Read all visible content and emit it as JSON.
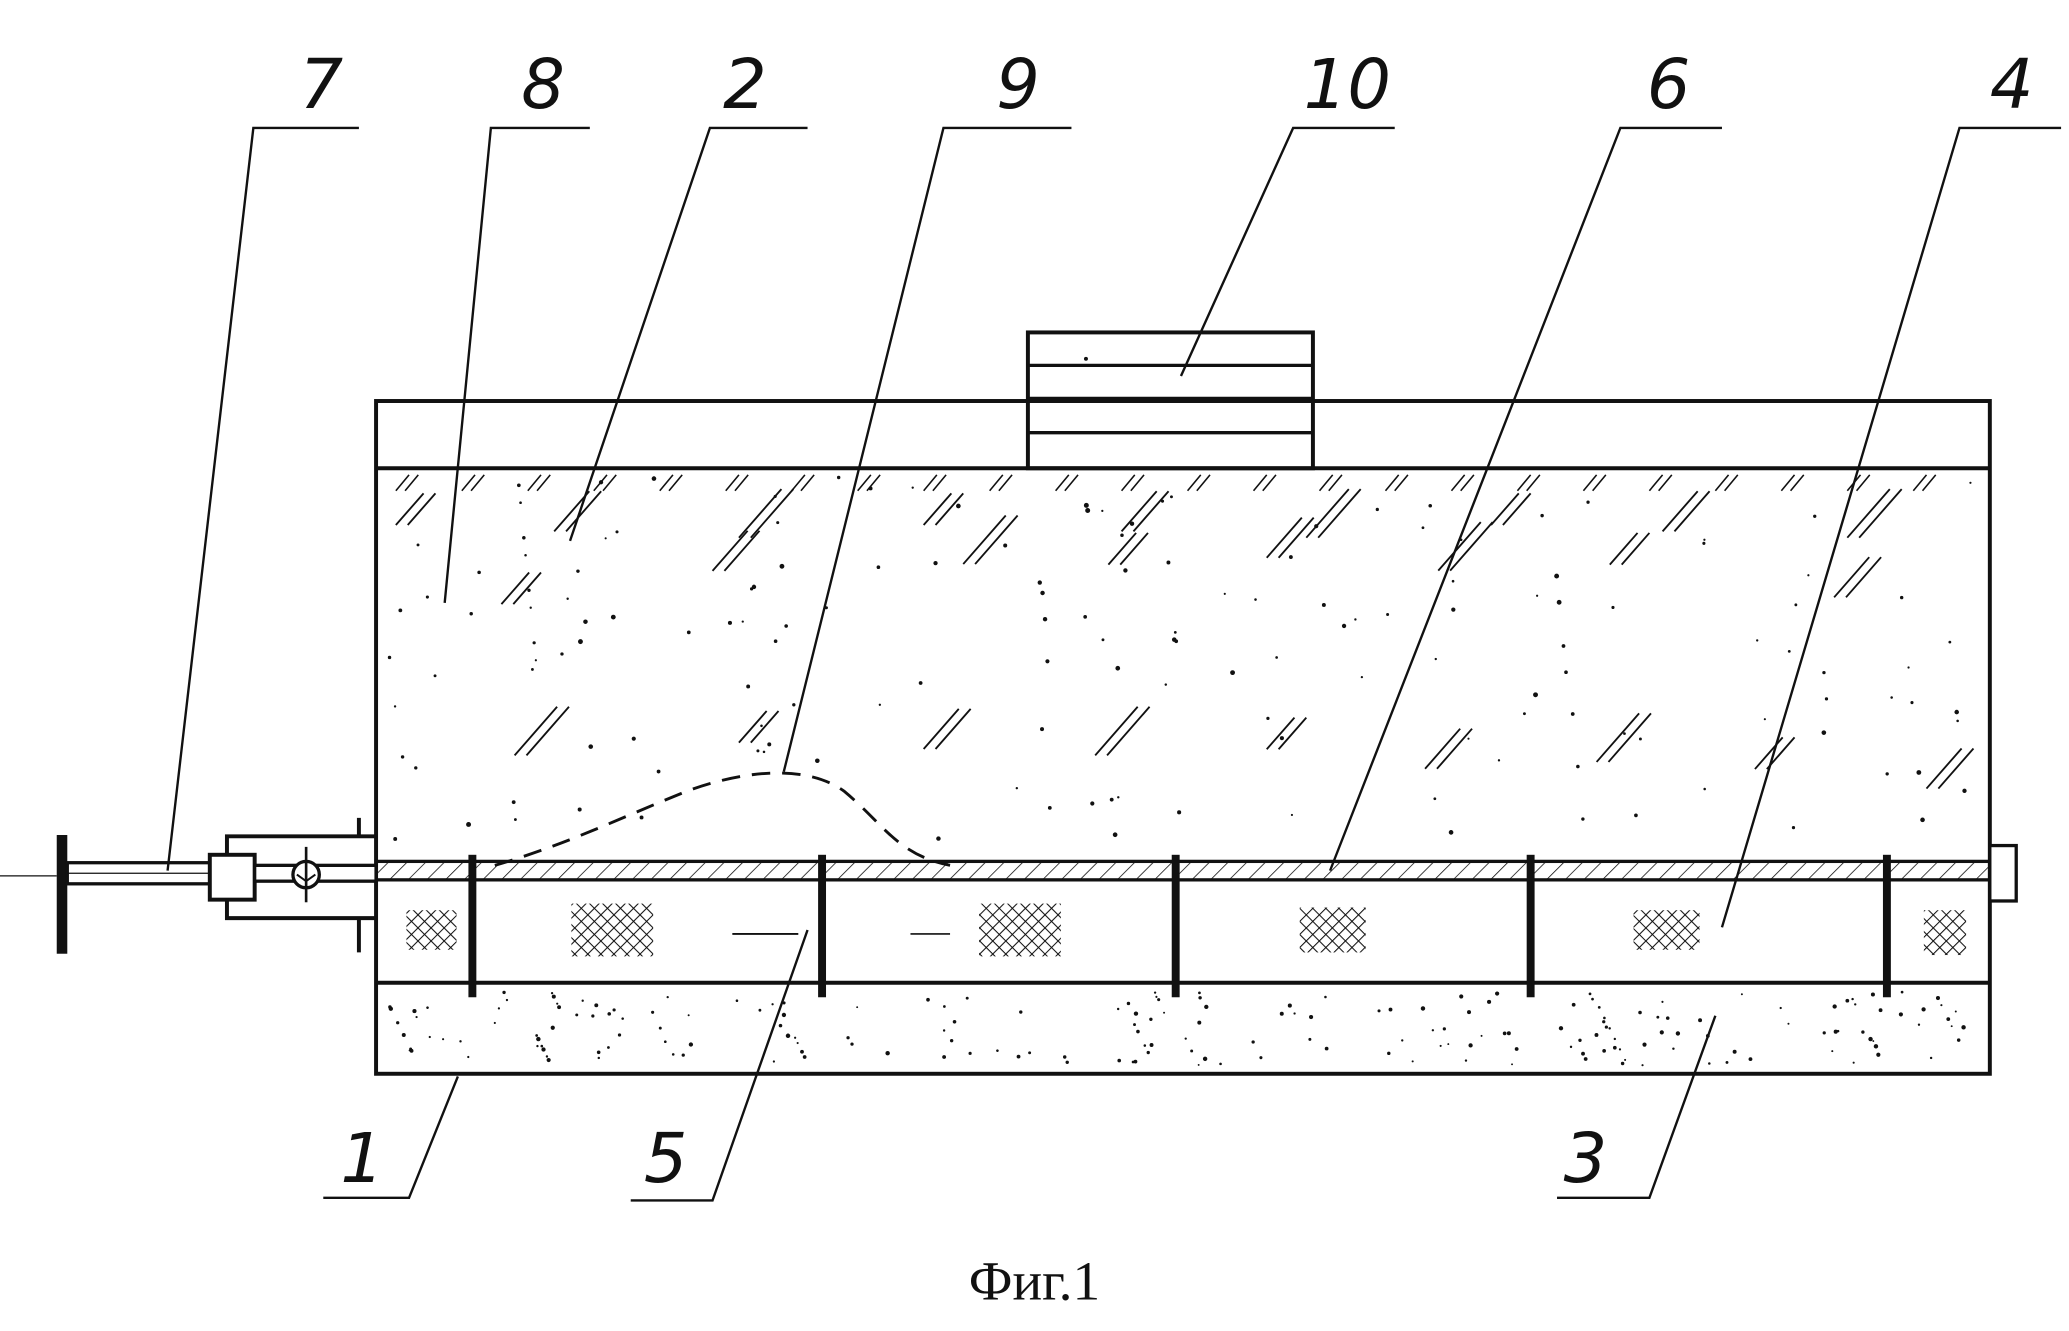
{
  "figure": {
    "caption": "Фиг.1"
  },
  "callouts": [
    {
      "id": "7",
      "text": "7"
    },
    {
      "id": "8",
      "text": "8"
    },
    {
      "id": "2",
      "text": "2"
    },
    {
      "id": "9",
      "text": "9"
    },
    {
      "id": "10",
      "text": "10"
    },
    {
      "id": "6",
      "text": "6"
    },
    {
      "id": "4",
      "text": "4"
    },
    {
      "id": "1",
      "text": "1"
    },
    {
      "id": "5",
      "text": "5"
    },
    {
      "id": "3",
      "text": "3"
    }
  ],
  "colors": {
    "ink": "#111111",
    "paper": "#ffffff"
  }
}
